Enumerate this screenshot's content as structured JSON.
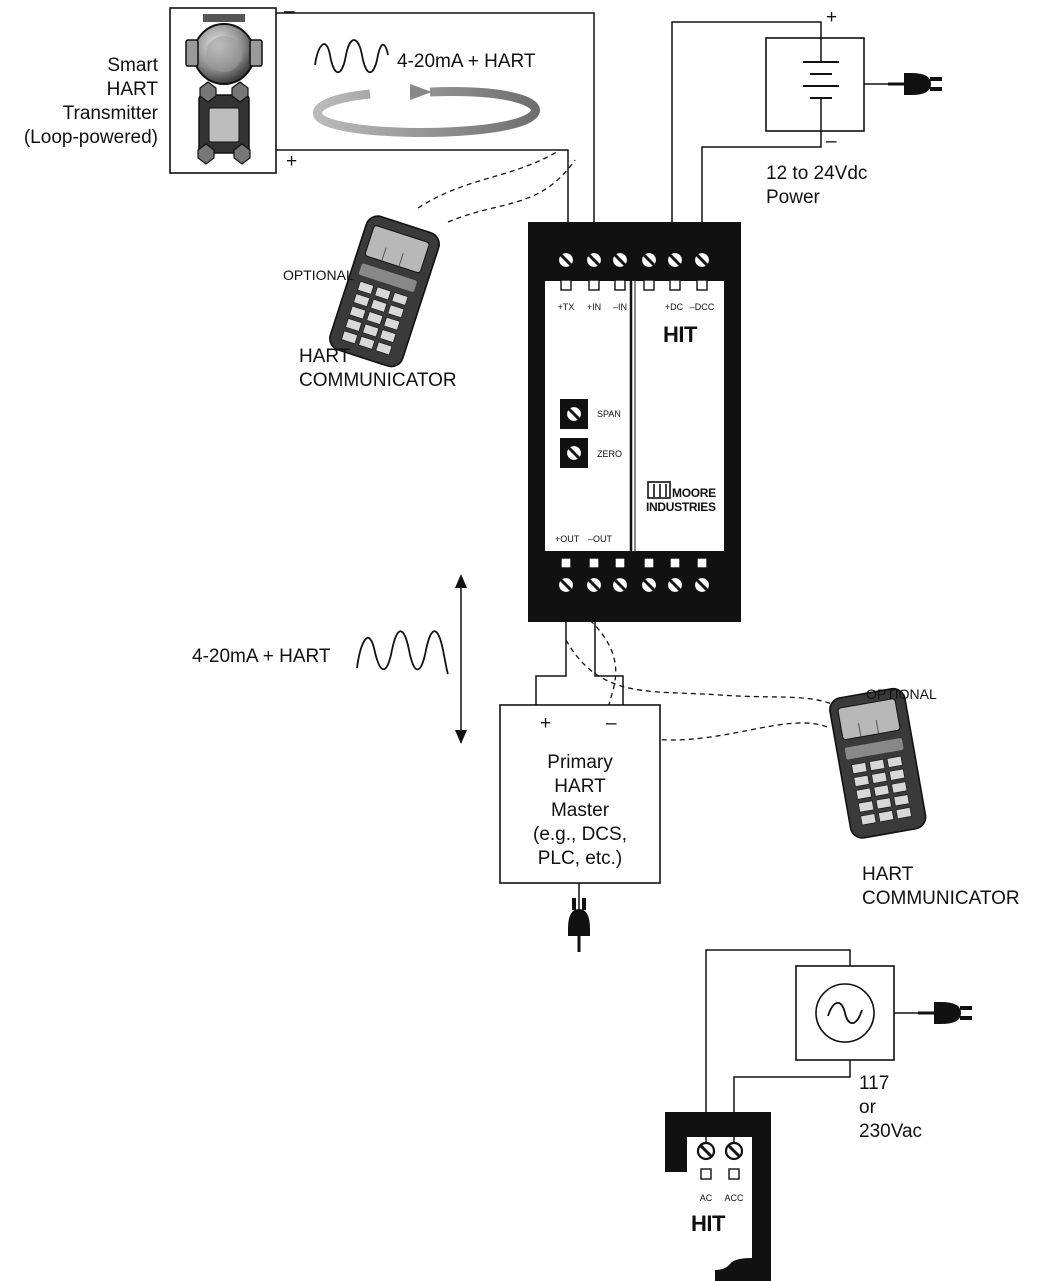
{
  "transmitter": {
    "label_line1": "Smart",
    "label_line2": "HART",
    "label_line3": "Transmitter",
    "label_line4": "(Loop-powered)",
    "minus": "–",
    "plus": "+"
  },
  "signal_top": "4-20mA + HART",
  "signal_bottom": "4-20mA + HART",
  "dc_supply": {
    "plus": "+",
    "minus": "–",
    "label_line1": "12 to 24Vdc",
    "label_line2": "Power"
  },
  "communicator_left": {
    "optional": "OPTIONAL",
    "label_line1": "HART",
    "label_line2": "COMMUNICATOR"
  },
  "communicator_right": {
    "optional": "OPTIONAL",
    "label_line1": "HART",
    "label_line2": "COMMUNICATOR"
  },
  "hit_module": {
    "terminals_top": [
      "+TX",
      "+IN",
      "–IN",
      "+DC",
      "–DCC"
    ],
    "model": "HIT",
    "span": "SPAN",
    "zero": "ZERO",
    "brand_line1": "MOORE",
    "brand_line2": "INDUSTRIES",
    "terminals_bottom": [
      "+OUT",
      "–OUT"
    ]
  },
  "master": {
    "plus": "+",
    "minus": "–",
    "line1": "Primary",
    "line2": "HART",
    "line3": "Master",
    "line4": "(e.g., DCS,",
    "line5": "PLC, etc.)"
  },
  "ac_supply": {
    "line1": "117",
    "line2": "or",
    "line3": "230Vac"
  },
  "ac_module": {
    "terminals": [
      "AC",
      "ACC"
    ],
    "model": "HIT"
  }
}
